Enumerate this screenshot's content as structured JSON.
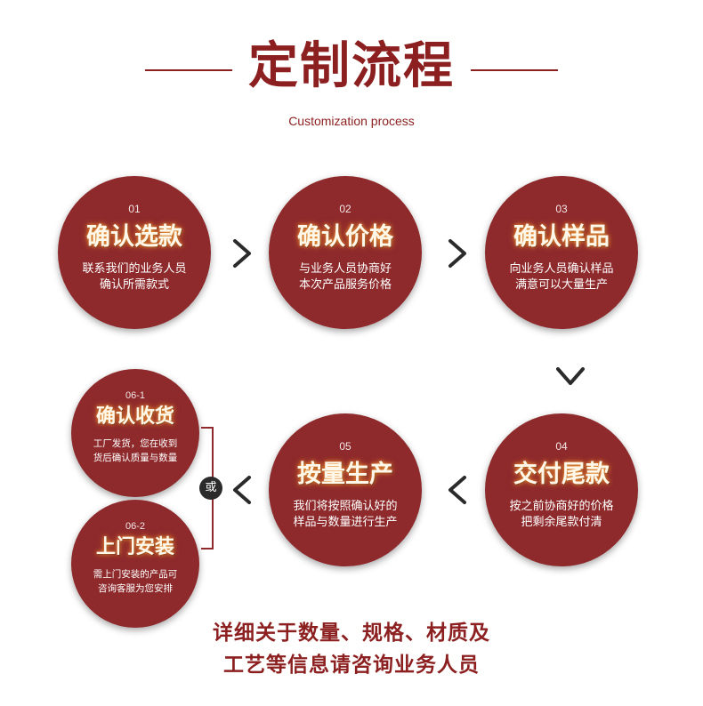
{
  "header": {
    "title": "定制流程",
    "subtitle": "Customization process"
  },
  "steps": [
    {
      "num": "01",
      "name": "确认选款",
      "desc": [
        "联系我们的业务人员",
        "确认所需款式"
      ]
    },
    {
      "num": "02",
      "name": "确认价格",
      "desc": [
        "与业务人员协商好",
        "本次产品服务价格"
      ]
    },
    {
      "num": "03",
      "name": "确认样品",
      "desc": [
        "向业务人员确认样品",
        "满意可以大量生产"
      ]
    },
    {
      "num": "04",
      "name": "交付尾款",
      "desc": [
        "按之前协商好的价格",
        "把剩余尾款付清"
      ]
    },
    {
      "num": "05",
      "name": "按量生产",
      "desc": [
        "我们将按照确认好的",
        "样品与数量进行生产"
      ]
    },
    {
      "num": "06-1",
      "name": "确认收货",
      "desc": [
        "工厂发货，您在收到",
        "货后确认质量与数量"
      ]
    },
    {
      "num": "06-2",
      "name": "上门安装",
      "desc": [
        "需上门安装的产品可",
        "咨询客服为您安排"
      ]
    }
  ],
  "or_label": "或",
  "footer": {
    "line1": "详细关于数量、规格、材质及",
    "line2": "工艺等信息请咨询业务人员"
  },
  "colors": {
    "accent": "#8c1f1f",
    "circle": "#8e2a2c",
    "arrow": "#2b2b2b"
  },
  "icons": [
    "chevron-right-icon",
    "chevron-down-icon",
    "chevron-left-icon"
  ]
}
